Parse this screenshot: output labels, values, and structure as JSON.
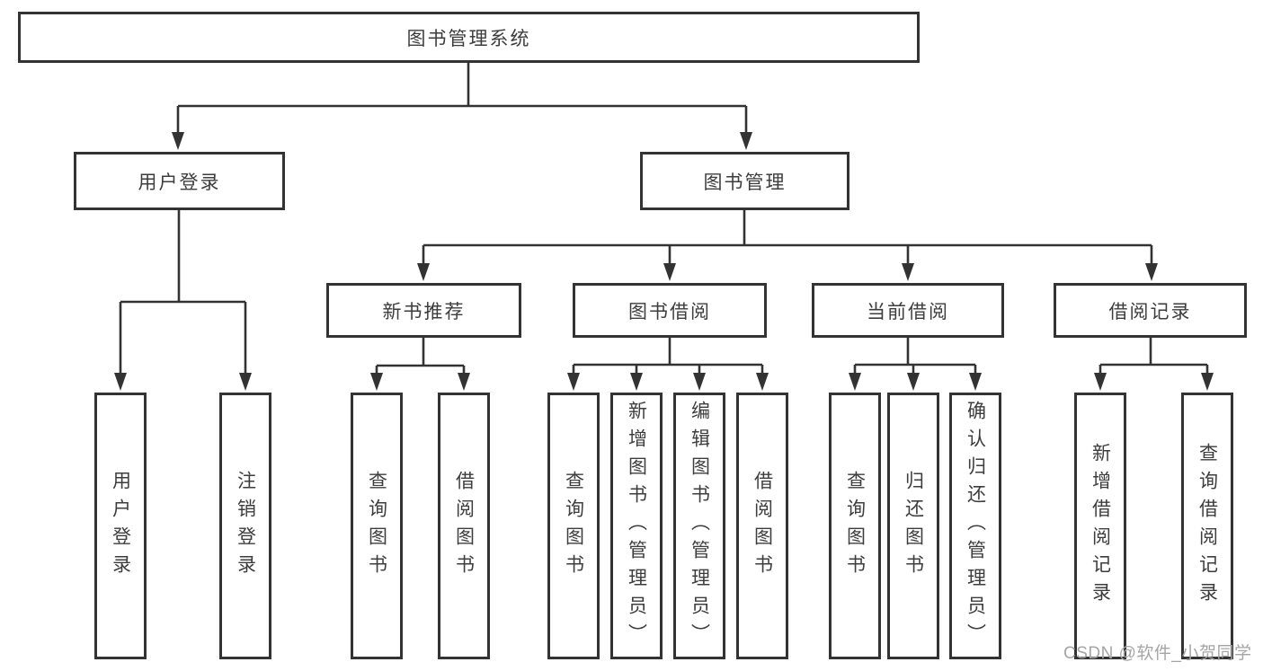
{
  "colors": {
    "line": "#333333",
    "box_border": "#333333",
    "text": "#3d3d3d",
    "background": "#ffffff",
    "watermark": "#a5a5a5"
  },
  "tree": {
    "root": {
      "label": "图书管理系统"
    },
    "branches": [
      {
        "label": "用户登录",
        "children": [
          "用户登录",
          "注销登录"
        ]
      },
      {
        "label": "图书管理",
        "children": [
          {
            "label": "新书推荐",
            "children": [
              "查询图书",
              "借阅图书"
            ]
          },
          {
            "label": "图书借阅",
            "children": [
              "查询图书",
              "新增图书（管理员）",
              "编辑图书（管理员）",
              "借阅图书"
            ]
          },
          {
            "label": "当前借阅",
            "children": [
              "查询图书",
              "归还图书",
              "确认归还（管理员）"
            ]
          },
          {
            "label": "借阅记录",
            "children": [
              "新增借阅记录",
              "查询借阅记录"
            ]
          }
        ]
      }
    ]
  },
  "watermark": {
    "text": "CSDN @软件_小贺同学"
  }
}
